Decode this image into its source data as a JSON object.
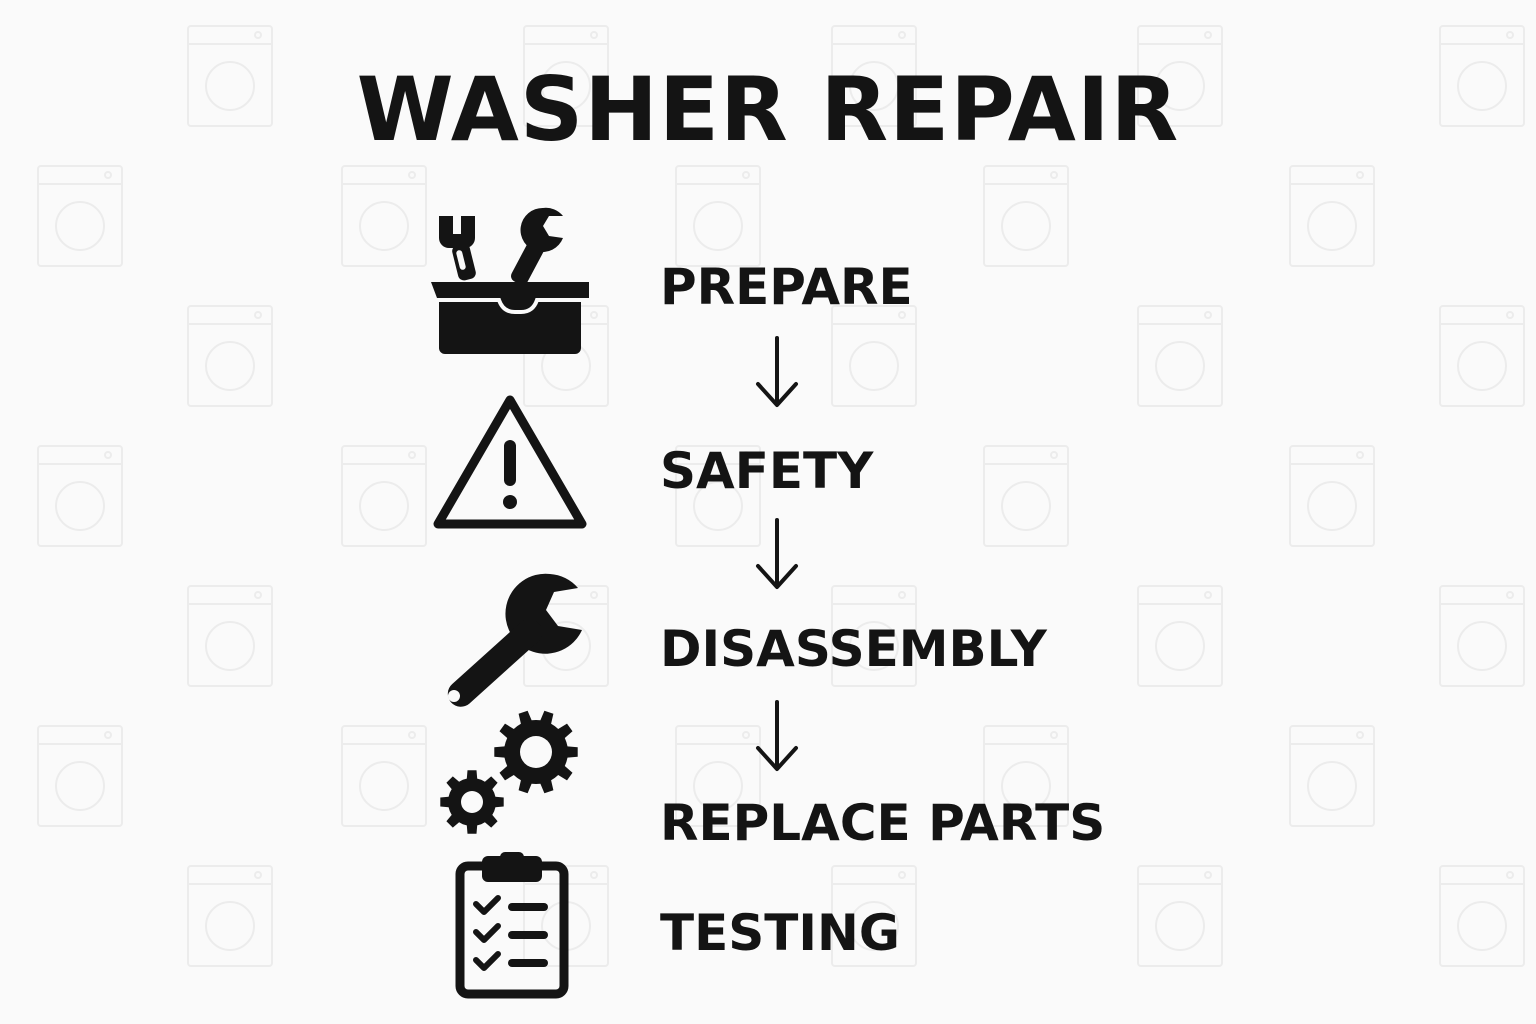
{
  "title": "WASHER REPAIR",
  "colors": {
    "ink": "#141414",
    "background": "#fafafa",
    "pattern": "#ececec"
  },
  "background_pattern_icon": "washing-machine-icon",
  "steps": [
    {
      "label": "PREPARE",
      "icon": "toolbox-icon"
    },
    {
      "label": "SAFETY",
      "icon": "warning-icon"
    },
    {
      "label": "DISASSEMBLY",
      "icon": "wrench-icon"
    },
    {
      "label": "REPLACE PARTS",
      "icon": "gears-icon"
    },
    {
      "label": "TESTING",
      "icon": "clipboard-checklist-icon"
    }
  ],
  "connectors": [
    {
      "from": "PREPARE",
      "to": "SAFETY",
      "icon": "arrow-down-icon"
    },
    {
      "from": "SAFETY",
      "to": "DISASSEMBLY",
      "icon": "arrow-down-icon"
    },
    {
      "from": "DISASSEMBLY",
      "to": "REPLACE PARTS",
      "icon": "arrow-down-icon"
    }
  ]
}
